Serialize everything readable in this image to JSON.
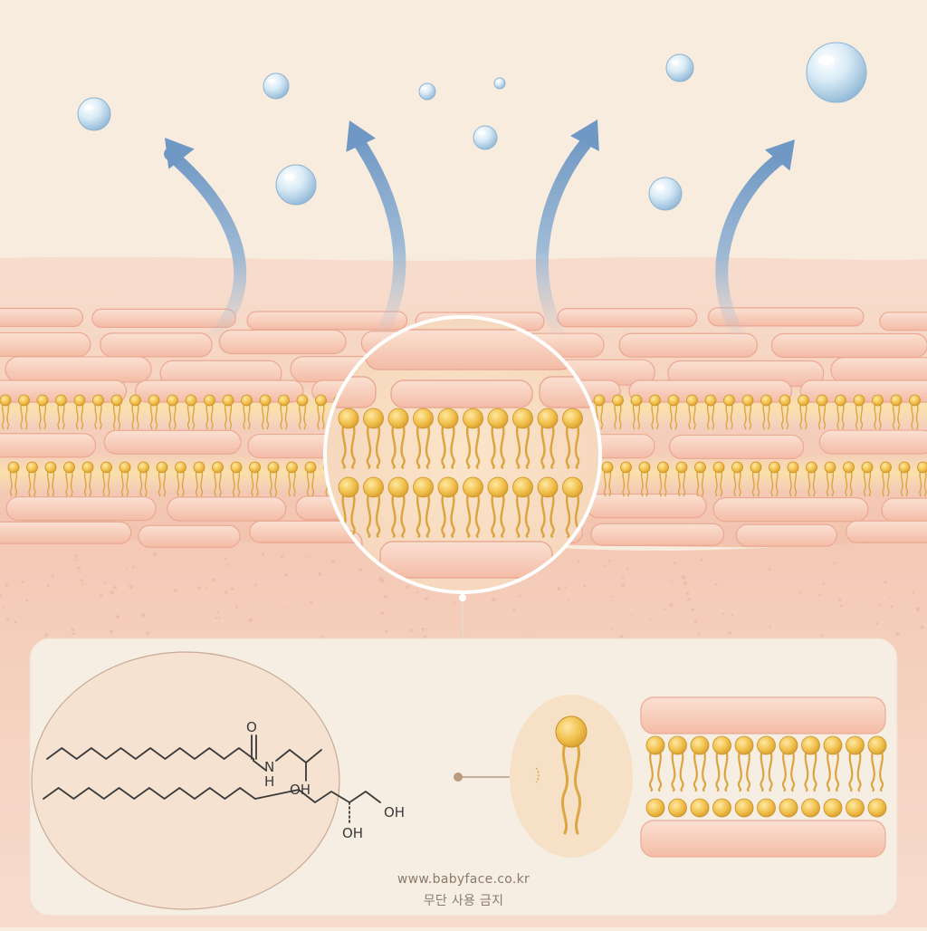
{
  "watermark": {
    "url": "www.babyface.co.kr",
    "notice": "무단 사용 금지"
  },
  "molecule_labels": {
    "carbonyl_oxygen": "O",
    "amide_nitrogen": "N",
    "amide_hydrogen": "H",
    "hydroxyl_1": "OH",
    "hydroxyl_2": "OH",
    "hydroxyl_3": "OH"
  },
  "colors": {
    "background": "#f8ecdf",
    "cell": "#f6c6b0",
    "lipid_head": "#f0c04a",
    "lipid_tail": "#e0aa3c",
    "arrow": "#7fa6cc",
    "droplet": "#b9d6ea"
  }
}
